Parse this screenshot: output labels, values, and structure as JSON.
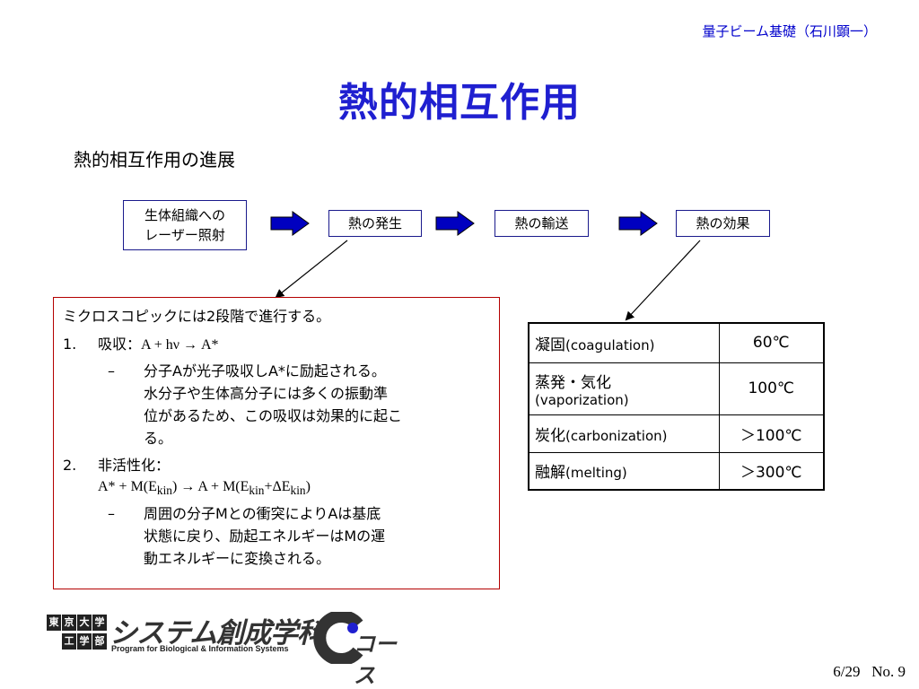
{
  "header": {
    "course": "量子ビーム基礎（石川顕一）",
    "title": "熱的相互作用",
    "subtitle": "熱的相互作用の進展"
  },
  "flow": {
    "steps": [
      "生体組織への",
      "レーザー照射",
      "熱の発生",
      "熱の輸送",
      "熱の効果"
    ]
  },
  "mechanism": {
    "intro": "ミクロスコピックには2段階で進行する。",
    "step1": {
      "num": "1.",
      "label": "吸収：",
      "equation": "A + hν → A*",
      "dash": "–",
      "lines": [
        "分子Aが光子吸収しA*に励起される。",
        "水分子や生体高分子には多くの振動準",
        "位があるため、この吸収は効果的に起こ",
        "る。"
      ]
    },
    "step2": {
      "num": "2.",
      "label": "非活性化：",
      "eq_parts": [
        "A* + M(E",
        "kin",
        ") → A + M(E",
        "kin",
        "+ΔE",
        "kin",
        ")"
      ],
      "dash": "–",
      "lines": [
        "周囲の分子Mとの衝突によりAは基底",
        "状態に戻り、励起エネルギーはMの運",
        "動エネルギーに変換される。"
      ]
    }
  },
  "table": {
    "rows": [
      {
        "jp": "凝固",
        "en": "(coagulation)",
        "value": "60℃"
      },
      {
        "jp": "蒸発・気化",
        "en": "(vaporization)",
        "value": "100℃"
      },
      {
        "jp": "炭化",
        "en": "(carbonization)",
        "value": "＞100℃"
      },
      {
        "jp": "融解",
        "en": "(melting)",
        "value": "＞300℃"
      }
    ]
  },
  "logo": {
    "univ": [
      "東",
      "京",
      "大",
      "学",
      "工",
      "学",
      "部"
    ],
    "name": "システム創成学科",
    "en": "Program for Biological & Information Systems",
    "course": "コース"
  },
  "footer": {
    "date": "6/29",
    "page": "No. 9"
  },
  "colors": {
    "title": "#1f1fd0",
    "course": "#0000cc",
    "arrow": "#0000c0",
    "box_border": "#b40000"
  }
}
